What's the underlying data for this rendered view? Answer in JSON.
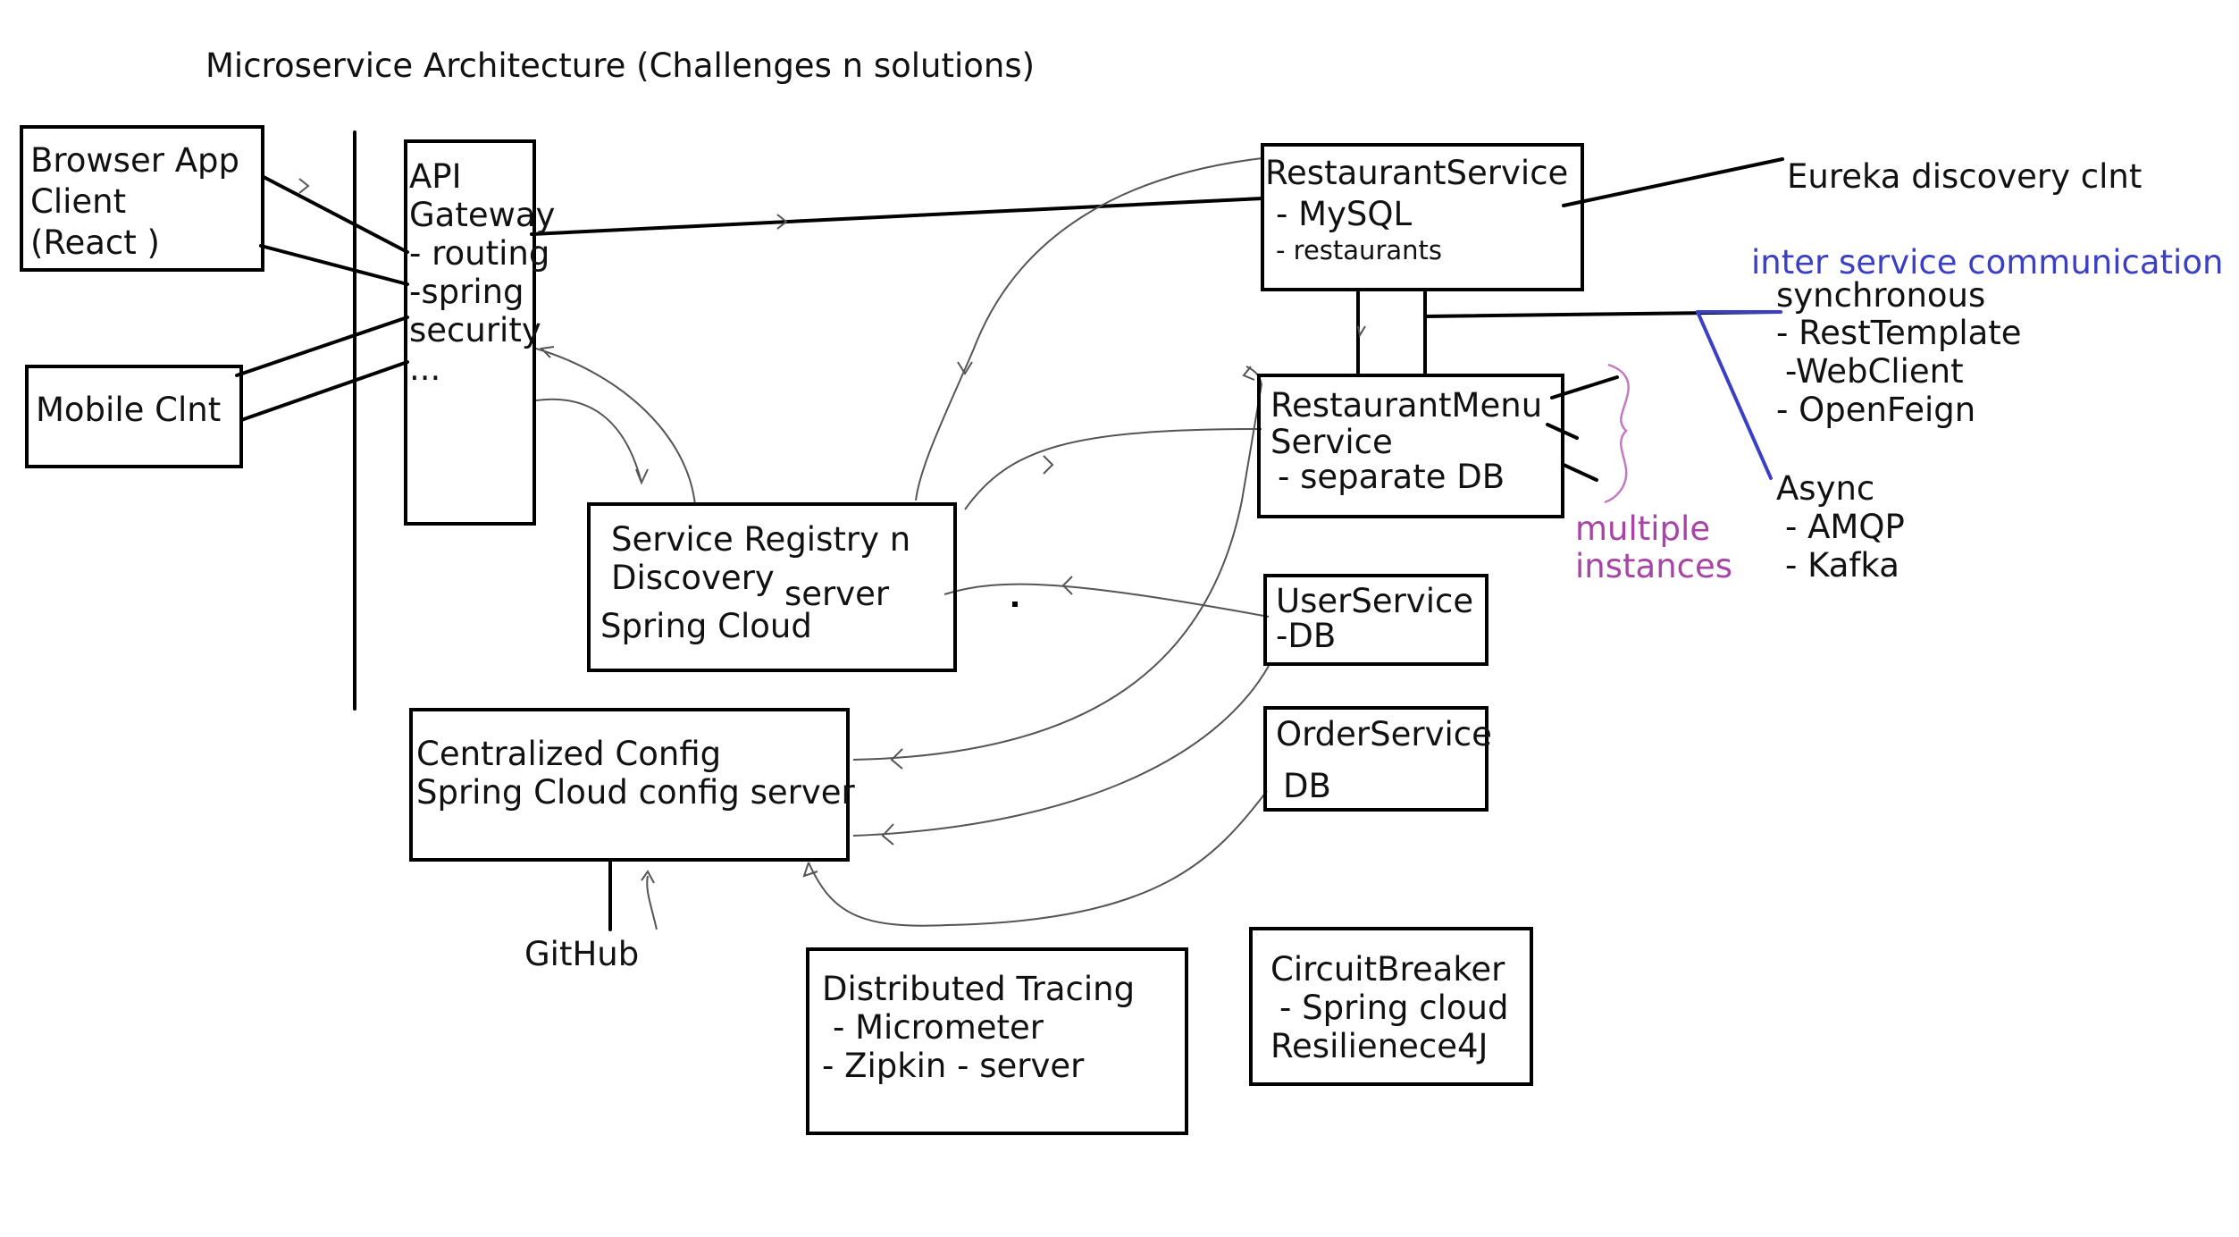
{
  "title": "Microservice Architecture (Challenges n solutions)",
  "browser_client": {
    "line1": "Browser App",
    "line2": "Client",
    "line3": "(React )"
  },
  "mobile_client": {
    "label": "Mobile Clnt"
  },
  "api_gateway": {
    "lines": [
      "API",
      "Gateway",
      "- routing",
      "-spring",
      "security",
      "..."
    ]
  },
  "restaurant_service": {
    "name": "RestaurantService",
    "db": "- MySQL",
    "table": "- restaurants"
  },
  "eureka": {
    "label": "Eureka discovery clnt"
  },
  "inter_service": {
    "heading": "inter service communication",
    "sync_label": "synchronous",
    "sync_items": [
      "- RestTemplate",
      "-WebClient",
      "- OpenFeign"
    ],
    "async_label": "Async",
    "async_items": [
      "- AMQP",
      "- Kafka"
    ]
  },
  "restaurant_menu_service": {
    "line1": "RestaurantMenu",
    "line2": "Service",
    "line3": "- separate DB"
  },
  "multiple_instances": {
    "line1": "multiple",
    "line2": "instances"
  },
  "service_registry": {
    "line1": "Service Registry n",
    "line2": "Discovery",
    "line2b": "server",
    "line3": "Spring Cloud"
  },
  "user_service": {
    "line1": "UserService",
    "line2": "-DB"
  },
  "order_service": {
    "line1": "OrderService",
    "line2": "DB"
  },
  "centralized_config": {
    "line1": "Centralized Config",
    "line2": "Spring Cloud config server"
  },
  "github": {
    "label": "GitHub"
  },
  "distributed_tracing": {
    "line1": "Distributed Tracing",
    "line2": "- Micrometer",
    "line3": "- Zipkin - server"
  },
  "circuit_breaker": {
    "line1": "CircuitBreaker",
    "line2": "- Spring cloud",
    "line3": "Resilienece4J"
  },
  "colors": {
    "ink": "#000000",
    "blue_note": "#3b3fc4",
    "purple_note": "#a744a6",
    "thin_arrow": "#555555"
  }
}
